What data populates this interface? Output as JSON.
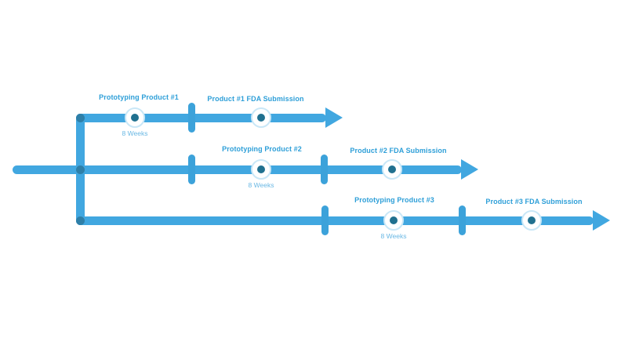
{
  "background": "#ffffff",
  "colors": {
    "background": "#ffffff",
    "line": "#41a7e0",
    "tick": "#3ca2da",
    "junction_dot": "#2e7fa8",
    "milestone_ring": "#c9e7f7",
    "milestone_dot": "#20708f",
    "label": "#2e9fd8",
    "duration_label": "#6ab8e4"
  },
  "timeline": {
    "type": "parallel-product-roadmap",
    "branches": [
      {
        "prototyping_label": "Prototyping Product #1",
        "duration_label": "8 Weeks",
        "submission_label": "Product #1 FDA Submission"
      },
      {
        "prototyping_label": "Prototyping Product #2",
        "duration_label": "8 Weeks",
        "submission_label": "Product #2 FDA Submission"
      },
      {
        "prototyping_label": "Prototyping Product #3",
        "duration_label": "8 Weeks",
        "submission_label": "Product #3 FDA Submission"
      }
    ]
  }
}
